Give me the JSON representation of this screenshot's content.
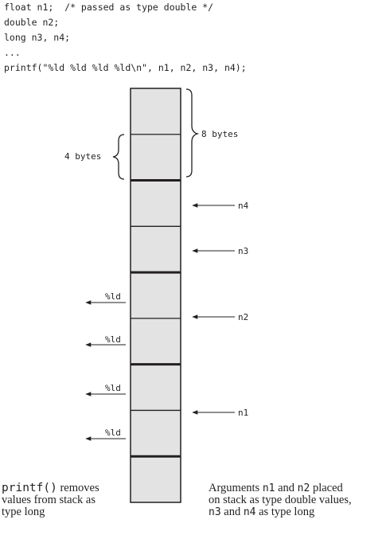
{
  "code": {
    "lines": [
      "float n1;  /* passed as type double */",
      "double n2;",
      "long n3, n4;",
      "...",
      "printf(\"%ld %ld %ld %ld\\n\", n1, n2, n3, n4);"
    ]
  },
  "diagram": {
    "slot_count": 9,
    "labels": {
      "eight_bytes": "8 bytes",
      "four_bytes": "4 bytes",
      "n4": "n4",
      "n3": "n3",
      "n2": "n2",
      "n1": "n1",
      "ld": "%ld"
    },
    "colors": {
      "slot_fill": "#e3e3e4",
      "ink": "#231f20"
    }
  },
  "captions": {
    "left": {
      "func": "printf()",
      "line1_rest": " removes",
      "line2": "values from stack as",
      "line3": "type long"
    },
    "right": {
      "line1_a": "Arguments ",
      "line1_n1": "n1",
      "line1_b": " and ",
      "line1_n2": "n2",
      "line1_c": " placed",
      "line2": "on stack as type double values,",
      "line3_n3": "n3",
      "line3_a": " and ",
      "line3_n4": "n4",
      "line3_b": " as type long"
    }
  }
}
